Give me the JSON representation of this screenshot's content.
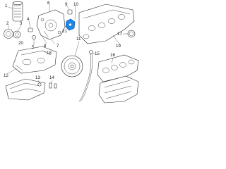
{
  "callouts": [
    {
      "id": "c1",
      "text": "1"
    },
    {
      "id": "c2",
      "text": "2"
    },
    {
      "id": "c3",
      "text": "3"
    },
    {
      "id": "c4",
      "text": "4"
    },
    {
      "id": "c5",
      "text": "5"
    },
    {
      "id": "c6",
      "text": "6"
    },
    {
      "id": "c7",
      "text": "7"
    },
    {
      "id": "c8",
      "text": "8"
    },
    {
      "id": "c9",
      "text": "9"
    },
    {
      "id": "c10",
      "text": "10"
    },
    {
      "id": "c11",
      "text": "11"
    },
    {
      "id": "c12",
      "text": "12"
    },
    {
      "id": "c13",
      "text": "13"
    },
    {
      "id": "c14",
      "text": "14"
    },
    {
      "id": "c15",
      "text": "15"
    },
    {
      "id": "c16",
      "text": "16"
    },
    {
      "id": "c17",
      "text": "17"
    },
    {
      "id": "c18",
      "text": "18"
    },
    {
      "id": "c19",
      "text": "19"
    },
    {
      "id": "c20",
      "text": "20"
    },
    {
      "id": "c21",
      "text": "21"
    }
  ],
  "highlight_color": "#1e88e5"
}
